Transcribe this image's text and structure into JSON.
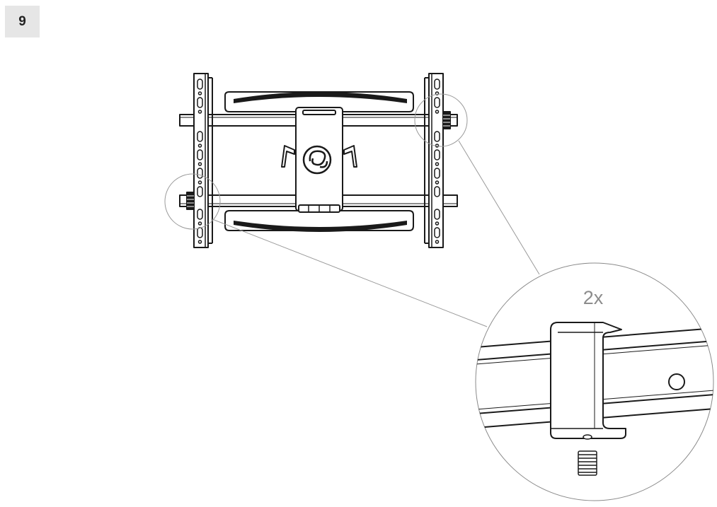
{
  "step": {
    "number": "9"
  },
  "detail": {
    "quantity_label": "2x"
  },
  "colors": {
    "stroke": "#1a1a1a",
    "leader_line": "#9a9a9a",
    "badge_background": "#e6e6e6",
    "quantity_text": "#8c8c8c"
  },
  "icons": {
    "brand_logo": "swirl-logo-icon",
    "magnify_source": "magnify-circle"
  }
}
